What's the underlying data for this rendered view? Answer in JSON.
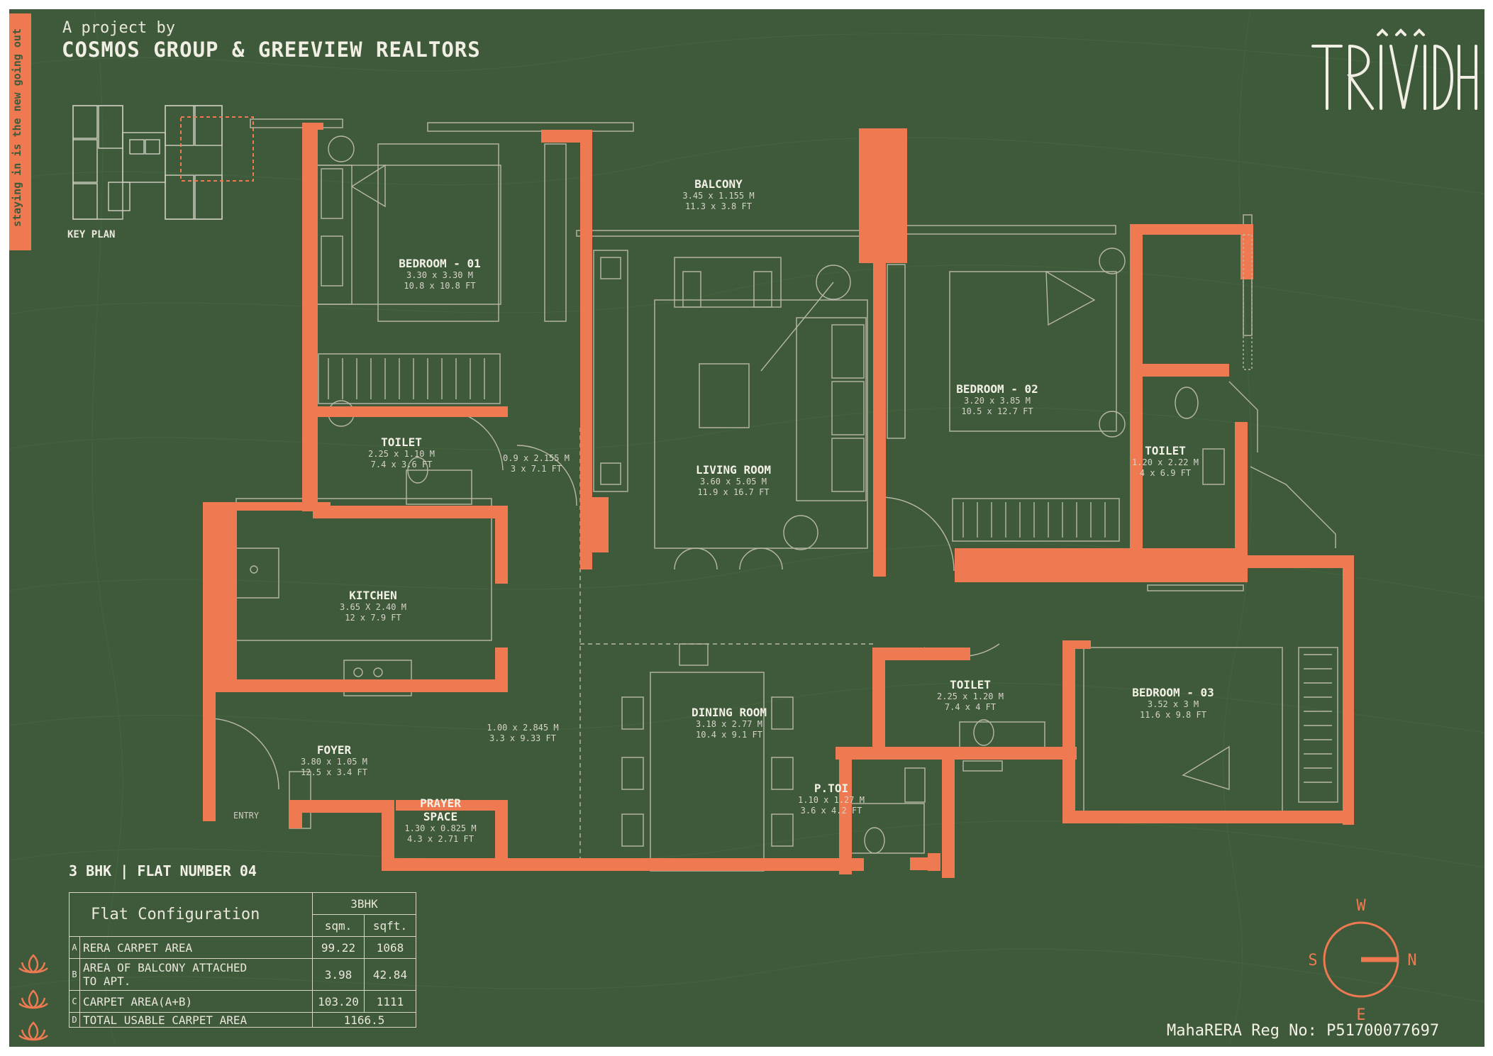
{
  "header": {
    "subtitle": "A project by",
    "title": "COSMOS GROUP & GREEVIEW REALTORS",
    "side_tag": "staying in is the new going out"
  },
  "brand": {
    "logo_text": "TRIVIDH"
  },
  "key_plan": {
    "label": "KEY PLAN"
  },
  "rooms": [
    {
      "name": "BALCONY",
      "dim_m": "3.45 x 1.155 M",
      "dim_ft": "11.3 x 3.8 FT"
    },
    {
      "name": "BEDROOM - 01",
      "dim_m": "3.30 x 3.30 M",
      "dim_ft": "10.8 x 10.8 FT"
    },
    {
      "name": "BEDROOM - 02",
      "dim_m": "3.20 x 3.85 M",
      "dim_ft": "10.5 x 12.7 FT"
    },
    {
      "name": "TOILET",
      "dim_m": "2.25 x 1.10 M",
      "dim_ft": "7.4 x 3.6 FT"
    },
    {
      "name": "",
      "dim_m": "0.9 x 2.155 M",
      "dim_ft": "3 x 7.1 FT"
    },
    {
      "name": "LIVING ROOM",
      "dim_m": "3.60 x 5.05 M",
      "dim_ft": "11.9 x 16.7 FT"
    },
    {
      "name": "TOILET",
      "dim_m": "1.20 x 2.22 M",
      "dim_ft": "4 x 6.9 FT"
    },
    {
      "name": "KITCHEN",
      "dim_m": "3.65 X 2.40 M",
      "dim_ft": "12 x 7.9 FT"
    },
    {
      "name": "TOILET",
      "dim_m": "2.25 x 1.20 M",
      "dim_ft": "7.4 x 4 FT"
    },
    {
      "name": "BEDROOM - 03",
      "dim_m": "3.52 x 3 M",
      "dim_ft": "11.6 x 9.8 FT"
    },
    {
      "name": "DINING ROOM",
      "dim_m": "3.18 x 2.77 M",
      "dim_ft": "10.4 x 9.1 FT"
    },
    {
      "name": "",
      "dim_m": "1.00 x 2.845 M",
      "dim_ft": "3.3 x 9.33 FT"
    },
    {
      "name": "FOYER",
      "dim_m": "3.80 x 1.05 M",
      "dim_ft": "12.5 x 3.4 FT"
    },
    {
      "name": "PRAYER",
      "name2": "SPACE",
      "dim_m": "1.30 x 0.825 M",
      "dim_ft": "4.3 x 2.71 FT"
    },
    {
      "name": "P.TOI",
      "dim_m": "1.10 x 1.27 M",
      "dim_ft": "3.6 x 4.2 FT"
    }
  ],
  "entry_label": "ENTRY",
  "flat": {
    "title": "3 BHK | FLAT NUMBER 04"
  },
  "config_table": {
    "heading": "Flat Configuration",
    "type": "3BHK",
    "unit_sqm": "sqm.",
    "unit_sqft": "sqft.",
    "rows": [
      {
        "letter": "A",
        "label": "RERA CARPET AREA",
        "sqm": "99.22",
        "sqft": "1068"
      },
      {
        "letter": "B",
        "label": "AREA OF BALCONY ATTACHED",
        "label2": "TO APT.",
        "sqm": "3.98",
        "sqft": "42.84"
      },
      {
        "letter": "C",
        "label": "CARPET AREA(A+B)",
        "sqm": "103.20",
        "sqft": "1111"
      },
      {
        "letter": "D",
        "label": "TOTAL USABLE CARPET AREA",
        "total": "1166.5"
      }
    ]
  },
  "compass": {
    "top": "W",
    "left": "S",
    "right": "N",
    "bottom": "E"
  },
  "rera": "MahaRERA Reg No: P51700077697",
  "colors": {
    "background": "#3e5a3b",
    "wall": "#ef7a52",
    "text": "#f3f0e6",
    "line": "#b8b7a6"
  }
}
